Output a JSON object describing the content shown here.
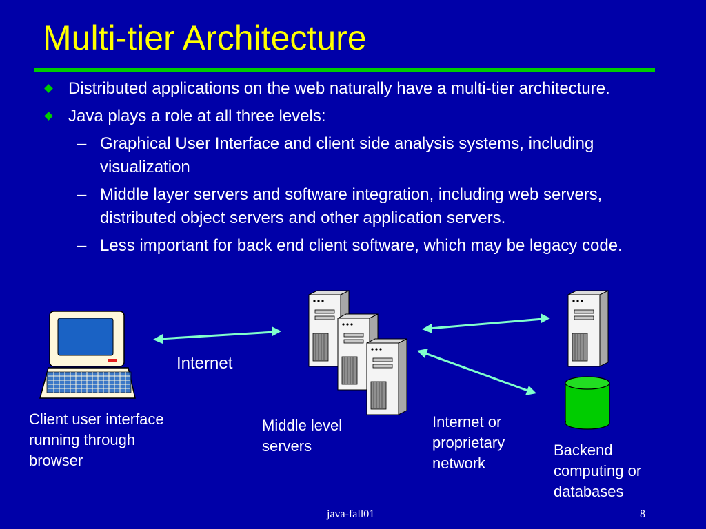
{
  "slide": {
    "title": "Multi-tier Architecture",
    "bullets": [
      {
        "text": "Distributed applications on the web naturally have a multi-tier architecture."
      },
      {
        "text": "Java plays a role at all three levels:"
      }
    ],
    "sub_bullets": [
      {
        "text": "Graphical User Interface and client side analysis systems, including visualization"
      },
      {
        "text": "Middle layer servers and software integration, including web servers, distributed object servers and other application servers."
      },
      {
        "text": "Less important for back end client software, which may be legacy code."
      }
    ]
  },
  "diagram": {
    "client_label": "Client user interface running through browser",
    "internet_label": "Internet",
    "middle_label": "Middle level servers",
    "network_label": "Internet or proprietary network",
    "backend_label": "Backend computing or databases"
  },
  "footer": {
    "course": "java-fall01",
    "page": "8"
  },
  "colors": {
    "background": "#0000a8",
    "title": "#ffff00",
    "rule": "#00cc00",
    "arrow": "#80ffcc",
    "database": "#00cc00"
  }
}
